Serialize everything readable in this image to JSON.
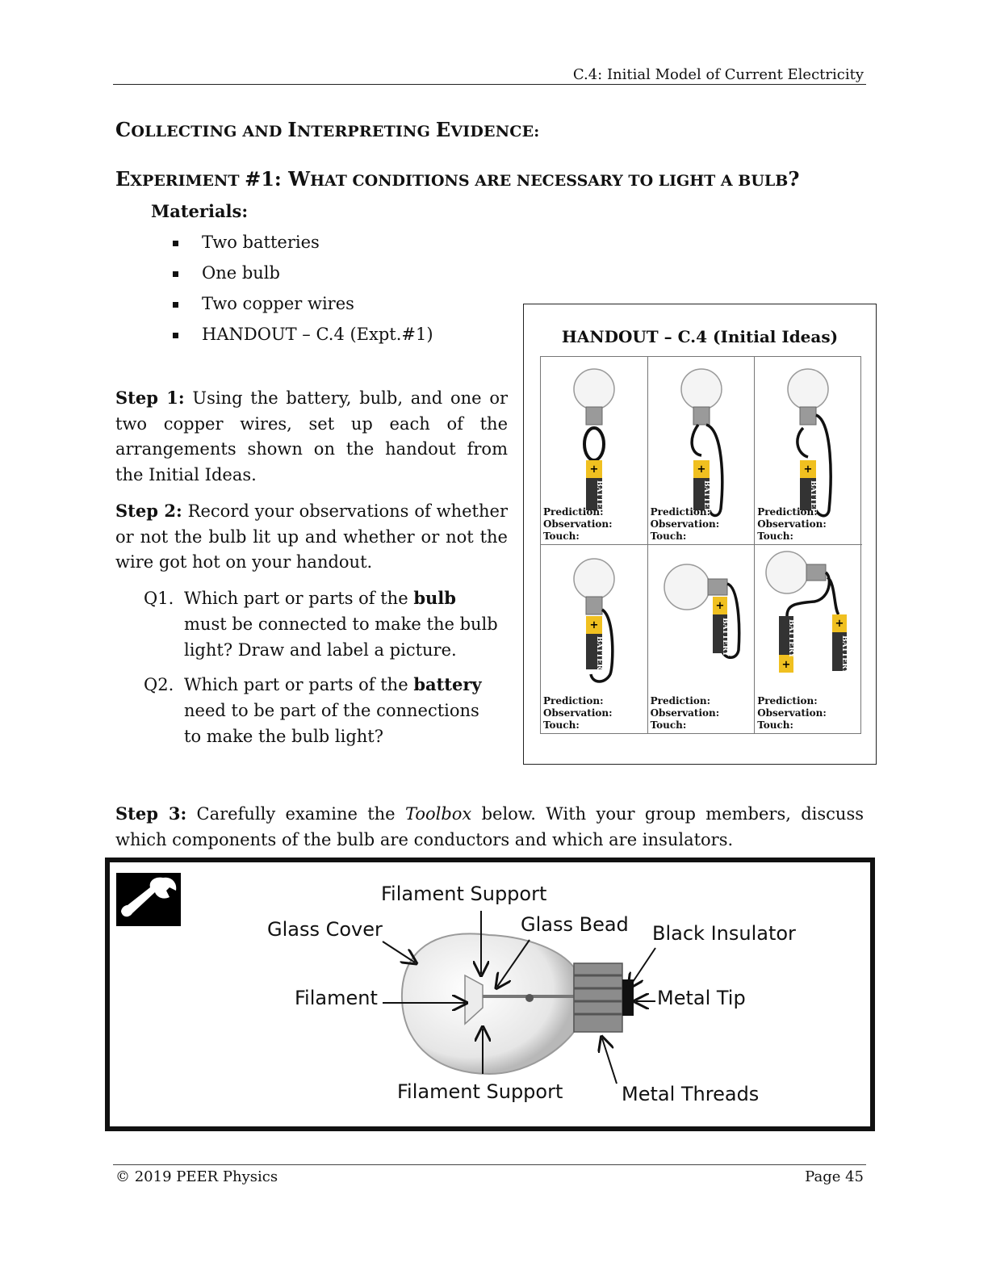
{
  "header": {
    "title": "C.4: Initial Model of Current Electricity"
  },
  "section": {
    "title_parts": [
      {
        "big": "C",
        "small": "OLLECTING AND "
      },
      {
        "big": "I",
        "small": "NTERPRETING "
      },
      {
        "big": "E",
        "small": "VIDENCE:"
      }
    ]
  },
  "experiment": {
    "title_parts": [
      {
        "big": "E",
        "small": "XPERIMENT "
      },
      {
        "big": "#1: W",
        "small": "HAT CONDITIONS ARE NECESSARY TO LIGHT A BULB"
      },
      {
        "big": "?",
        "small": ""
      }
    ]
  },
  "materials": {
    "heading": "Materials:",
    "items": [
      "Two batteries",
      "One bulb",
      "Two copper wires",
      "HANDOUT – C.4 (Expt.#1)"
    ]
  },
  "step1": {
    "label": "Step 1:",
    "text": " Using the battery, bulb, and one or two copper wires, set up each of the arrangements shown on the handout from the Initial Ideas."
  },
  "step2": {
    "label": "Step 2:",
    "text": " Record your observations of whether or not the bulb lit up and whether or not the wire got hot on your handout."
  },
  "q1": {
    "num": "Q1.",
    "pre": "Which part or parts of the ",
    "bold": "bulb",
    "post": " must be connected to make the bulb light? Draw and label a picture."
  },
  "q2": {
    "num": "Q2.",
    "pre": "Which part or parts of the ",
    "bold": "battery",
    "post": " need to be part of the connections to make the bulb light?"
  },
  "step3": {
    "label": "Step 3:",
    "pre": " Carefully examine the ",
    "italic": "Toolbox",
    "post": " below.  With your group members, discuss which components of the bulb are conductors and which are insulators."
  },
  "handout": {
    "title": "HANDOUT – C.4 (Initial Ideas)",
    "cell_labels": [
      "Prediction:",
      "Observation:",
      "Touch:"
    ],
    "battery_text": "BATTERY",
    "plus": "+"
  },
  "toolbox": {
    "labels": {
      "filament_support_top": "Filament Support",
      "glass_cover": "Glass Cover",
      "glass_bead": "Glass Bead",
      "black_insulator": "Black Insulator",
      "filament": "Filament",
      "metal_tip": "Metal Tip",
      "filament_support_bottom": "Filament Support",
      "metal_threads": "Metal Threads"
    }
  },
  "footer": {
    "copyright": "© 2019 PEER Physics",
    "page": "Page 45"
  }
}
